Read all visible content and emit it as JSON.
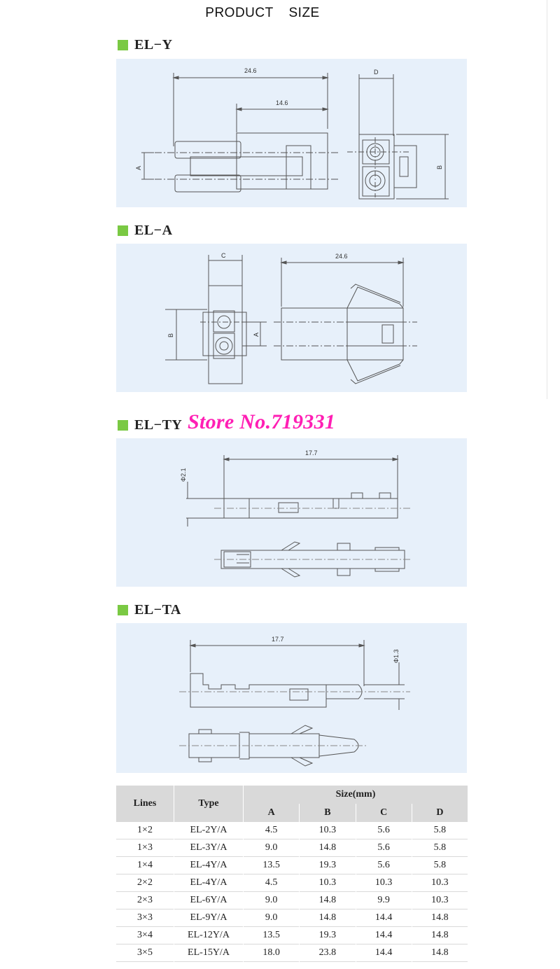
{
  "header": {
    "word1": "PRODUCT",
    "word2": "SIZE"
  },
  "sections": [
    {
      "label": "EL−Y",
      "dims": {
        "overall": "24.6",
        "inner": "14.6",
        "a": "A",
        "d": "D",
        "b": "B"
      }
    },
    {
      "label": "EL−A",
      "dims": {
        "c": "C",
        "overall": "24.6",
        "b": "B",
        "a": "A"
      }
    },
    {
      "label": "EL−TY",
      "dims": {
        "length": "17.7",
        "diameter": "Φ2.1"
      }
    },
    {
      "label": "EL−TA",
      "dims": {
        "length": "17.7",
        "diameter": "Φ1.3"
      }
    }
  ],
  "watermark": "Store No.719331",
  "table": {
    "headers": {
      "lines": "Lines",
      "type": "Type",
      "size": "Size(mm)",
      "a": "A",
      "b": "B",
      "c": "C",
      "d": "D"
    },
    "rows": [
      [
        "1×2",
        "EL-2Y/A",
        "4.5",
        "10.3",
        "5.6",
        "5.8"
      ],
      [
        "1×3",
        "EL-3Y/A",
        "9.0",
        "14.8",
        "5.6",
        "5.8"
      ],
      [
        "1×4",
        "EL-4Y/A",
        "13.5",
        "19.3",
        "5.6",
        "5.8"
      ],
      [
        "2×2",
        "EL-4Y/A",
        "4.5",
        "10.3",
        "10.3",
        "10.3"
      ],
      [
        "2×3",
        "EL-6Y/A",
        "9.0",
        "14.8",
        "9.9",
        "10.3"
      ],
      [
        "3×3",
        "EL-9Y/A",
        "9.0",
        "14.8",
        "14.4",
        "14.8"
      ],
      [
        "3×4",
        "EL-12Y/A",
        "13.5",
        "19.3",
        "14.4",
        "14.8"
      ],
      [
        "3×5",
        "EL-15Y/A",
        "18.0",
        "23.8",
        "14.4",
        "14.8"
      ]
    ]
  }
}
